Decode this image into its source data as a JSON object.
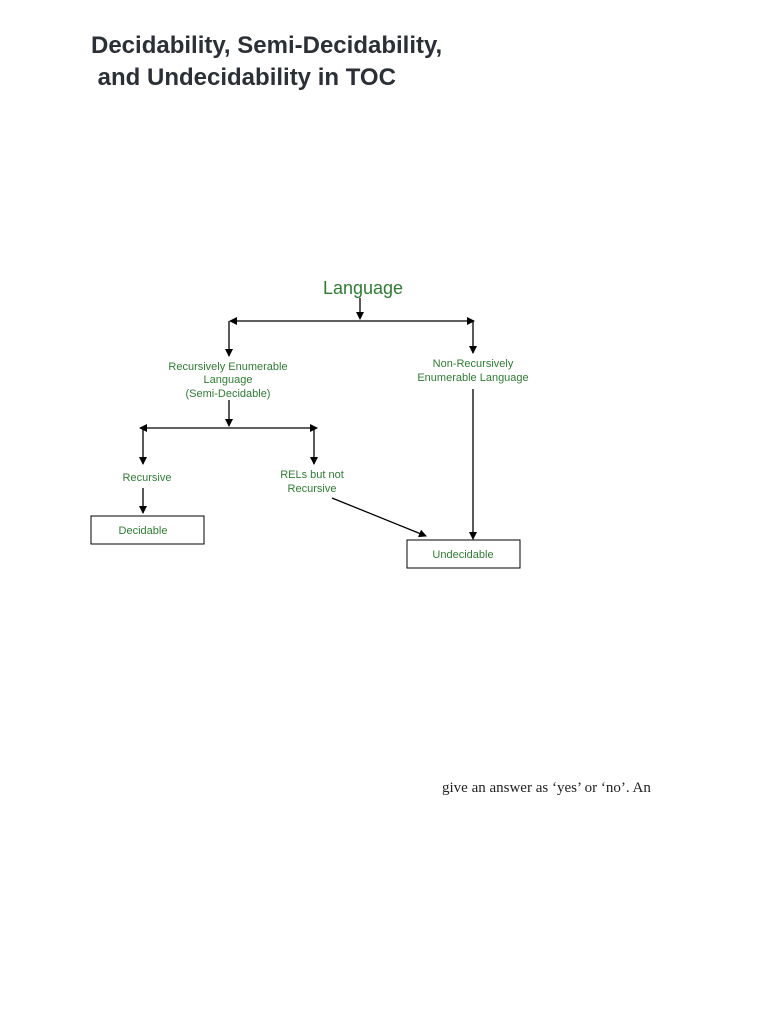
{
  "page": {
    "title_line1": "Decidability, Semi-Decidability,",
    "title_line2": " and Undecidability in TOC"
  },
  "diagram": {
    "root": "Language",
    "re_line1": "Recursively Enumerable",
    "re_line2": "Language",
    "re_line3": "(Semi-Decidable)",
    "nre_line1": "Non-Recursively",
    "nre_line2": "Enumerable Language",
    "recursive": "Recursive",
    "rel_line1": "RELs but not",
    "rel_line2": "Recursive",
    "decidable": "Decidable",
    "undecidable": "Undecidable"
  },
  "body": {
    "snippet": "give an answer as ‘yes’ or ‘no’. An"
  },
  "colors": {
    "node_text": "#2e7d32",
    "title": "#2b3037",
    "line": "#000000"
  }
}
